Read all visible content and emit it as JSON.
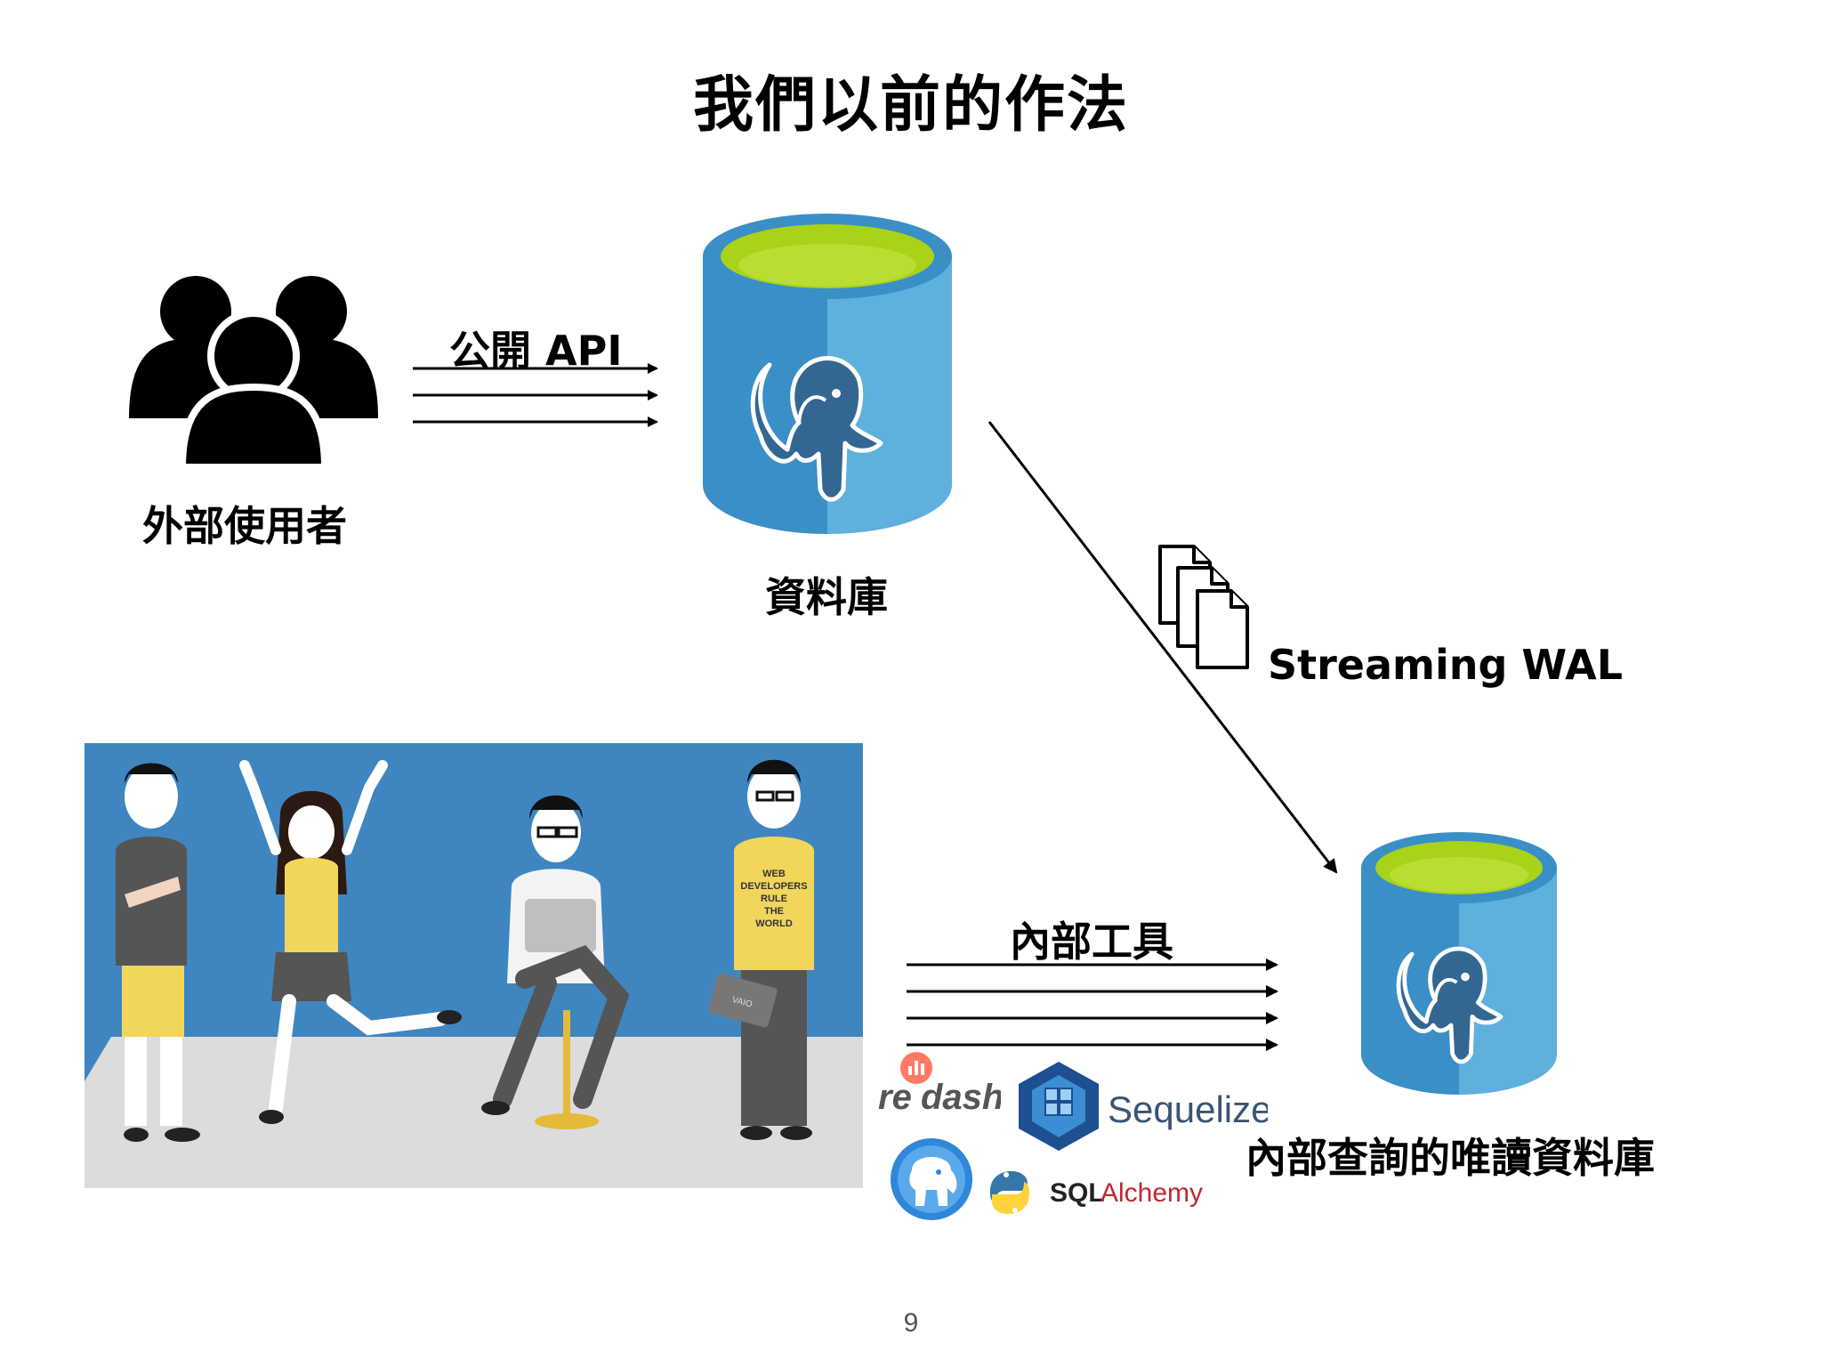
{
  "title": "我們以前的作法",
  "external_users": {
    "label": "外部使用者"
  },
  "public_api": {
    "label": "公開 API"
  },
  "primary_db": {
    "label": "資料庫"
  },
  "wal": {
    "label": "Streaming WAL"
  },
  "internal_tools": {
    "label": "內部工具"
  },
  "replica_db": {
    "label": "內部查詢的唯讀資料庫"
  },
  "team_illustration": {
    "shirt_text": [
      "WEB",
      "DEVELOPERS",
      "RULE",
      "THE",
      "WORLD"
    ],
    "laptop_brand": "VAIO"
  },
  "tool_logos": {
    "redash": {
      "re": "re",
      "dash": "dash"
    },
    "sequelize": "Sequelize",
    "sqlalchemy": {
      "sql": "SQL",
      "alchemy": "Alchemy"
    }
  },
  "page_number": "9",
  "colors": {
    "db_blue_dark": "#3a8fc6",
    "db_blue_light": "#5fb0dc",
    "db_top_green": "#a8d318",
    "elephant": "#336791",
    "illustration_bg": "#3f86c1",
    "floor": "#dcdcdc",
    "shirt_yellow": "#f2d65c"
  }
}
